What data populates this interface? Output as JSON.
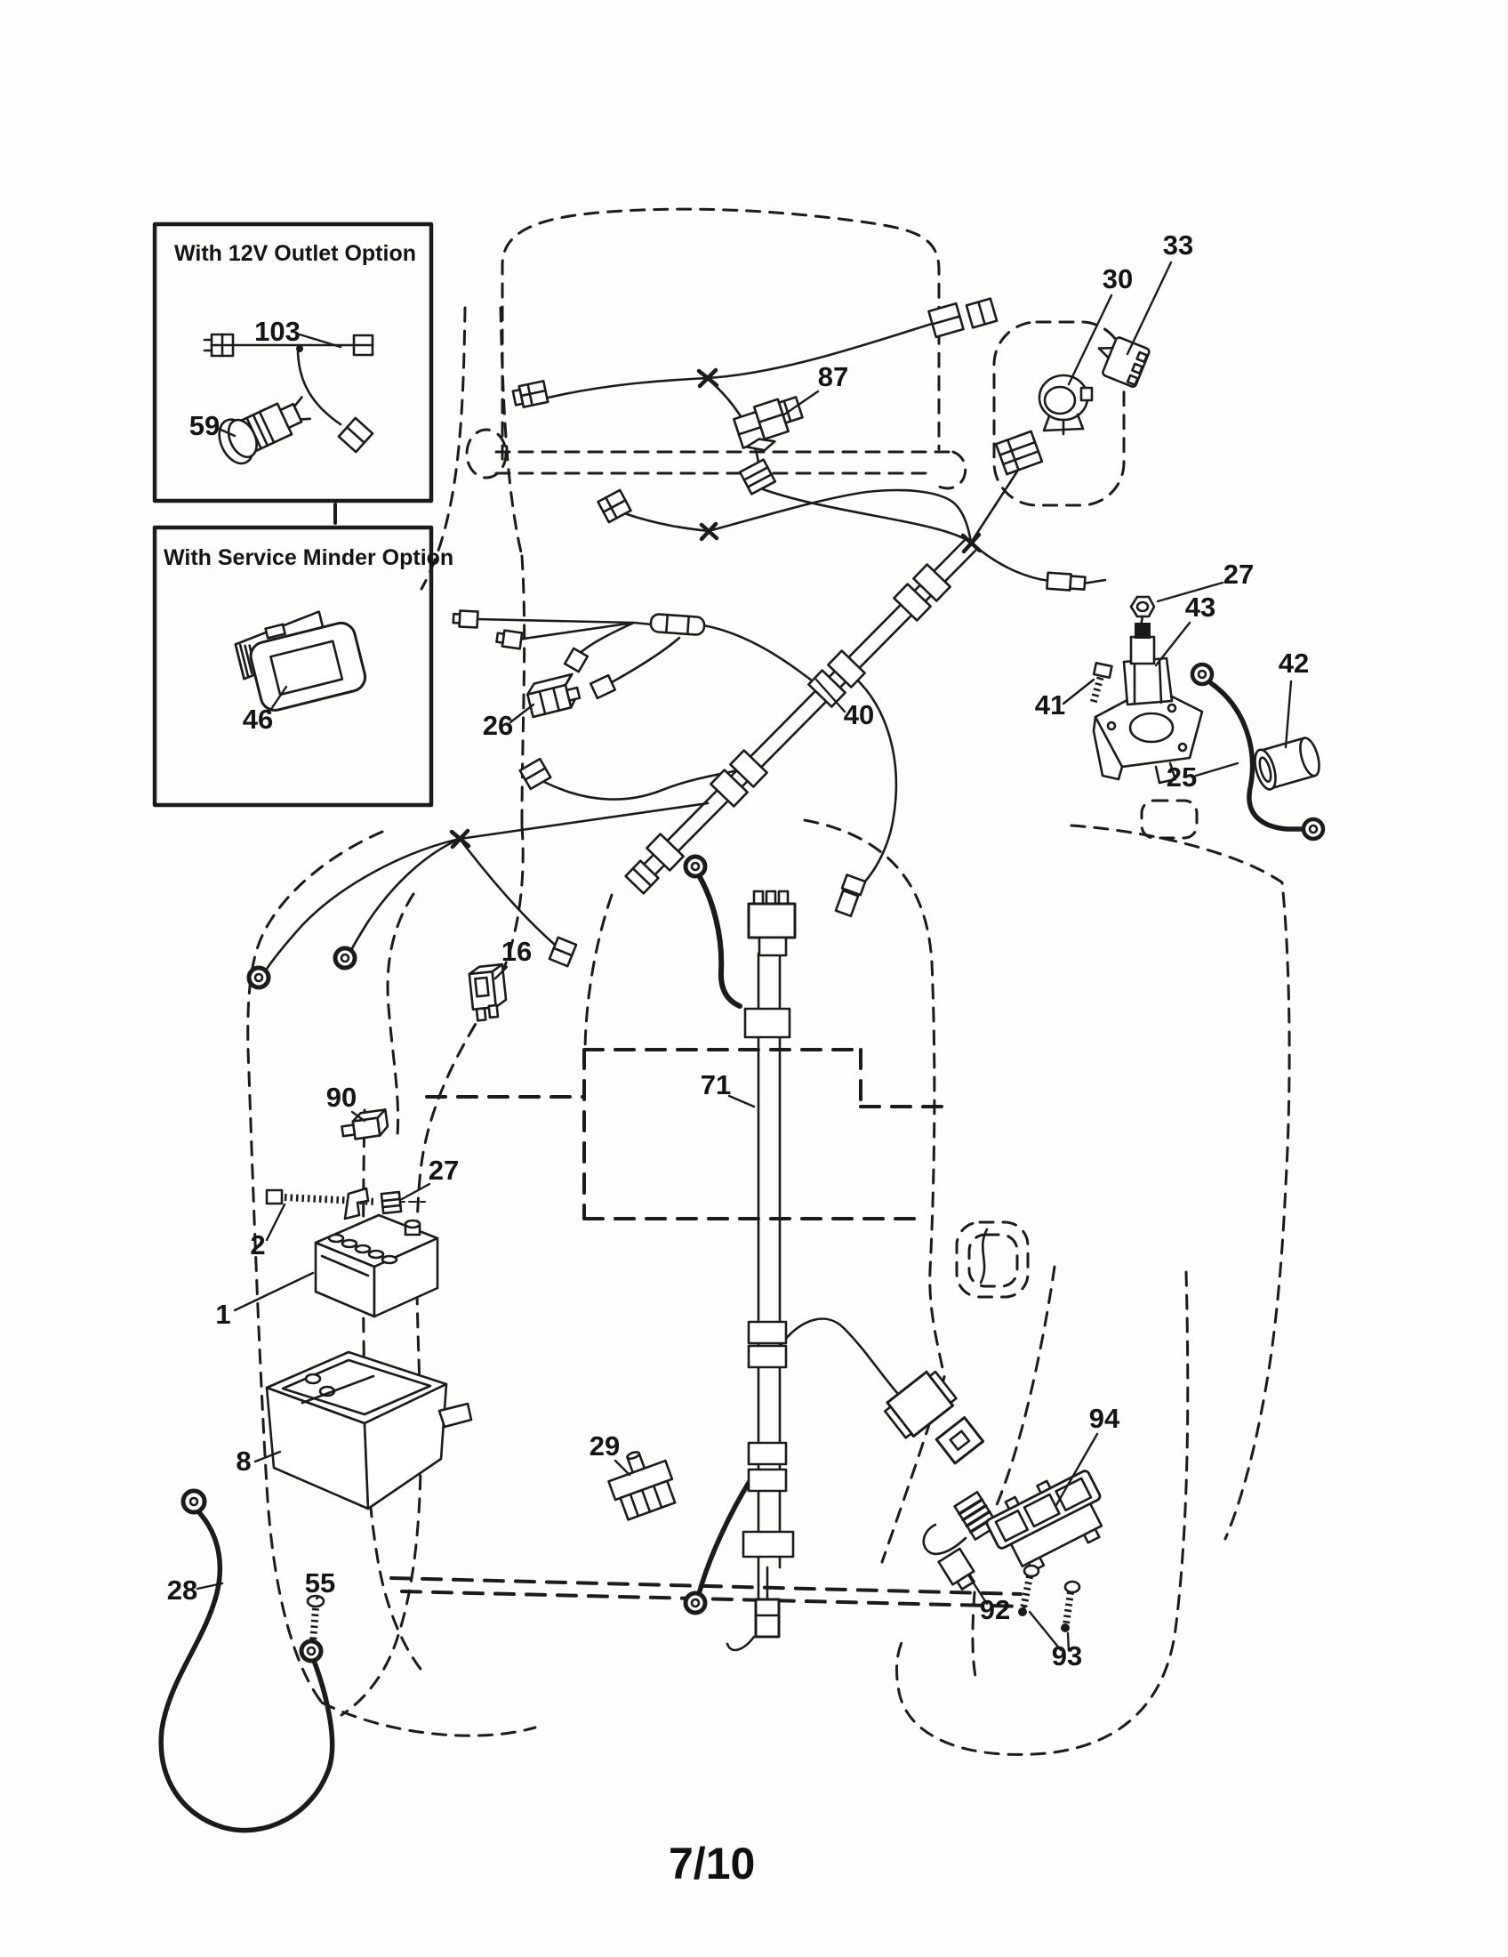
{
  "doc": {
    "page_indicator": "7/10"
  },
  "insets": {
    "outlet_title": "With 12V Outlet Option",
    "service_title": "With Service Minder Option"
  },
  "callouts": {
    "p103": "103",
    "p59": "59",
    "p46": "46",
    "p87": "87",
    "p30": "30",
    "p33": "33",
    "p27_solenoid": "27",
    "p43": "43",
    "p42": "42",
    "p41": "41",
    "p25": "25",
    "p40": "40",
    "p26": "26",
    "p16": "16",
    "p90": "90",
    "p71": "71",
    "p27_battery": "27",
    "p2": "2",
    "p1": "1",
    "p8": "8",
    "p28": "28",
    "p55": "55",
    "p29": "29",
    "p92": "92",
    "p93": "93",
    "p94": "94"
  }
}
